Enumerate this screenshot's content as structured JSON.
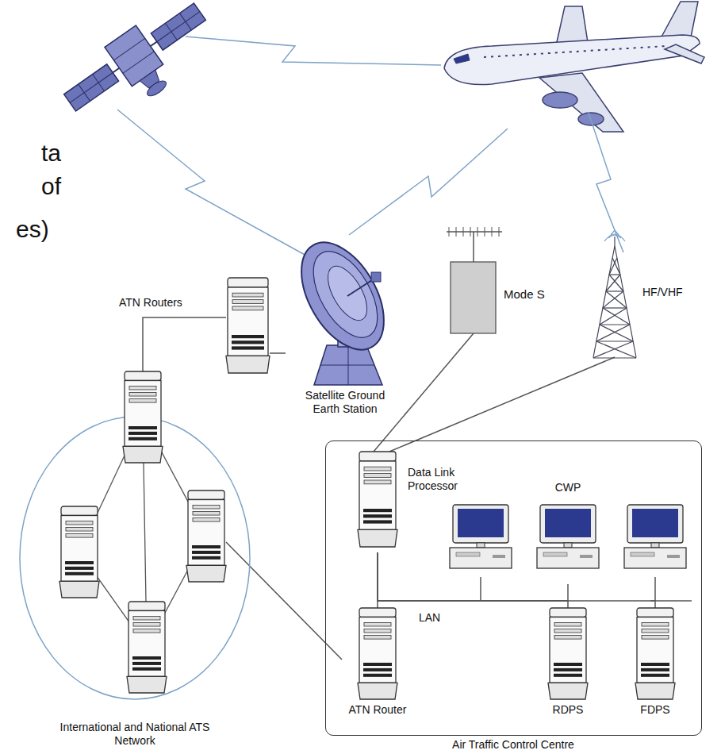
{
  "diagram": {
    "nodes": [
      {
        "text": [
          "International and National ATS Network"
        ]
      },
      {
        "text": [
          "Air Traffic Control Centre"
        ]
      },
      {
        "text": [
          "Data Link Processor"
        ],
        "in": 1
      },
      {
        "text": [
          "CWP"
        ],
        "in": 1
      },
      {
        "text": [
          "ATN Router"
        ],
        "in": 1
      },
      {
        "text": [
          "RDPS"
        ],
        "in": 1
      },
      {
        "text": [
          "FDPS"
        ],
        "in": 1
      },
      {
        "text": [
          "ATN Routers"
        ]
      },
      {
        "text": [
          "Satellite Ground Earth Station"
        ]
      },
      {
        "text": [
          "Mode S"
        ]
      },
      {
        "text": [
          "HF/VHF"
        ]
      }
    ],
    "edges": [
      {
        "from": 7,
        "to": 0,
        "arrow": "none"
      },
      {
        "from": 7,
        "to": 8,
        "arrow": "none"
      },
      {
        "from": 0,
        "to": 4,
        "arrow": "none"
      },
      {
        "from": 9,
        "to": 2,
        "arrow": "none"
      },
      {
        "from": 10,
        "to": 2,
        "arrow": "none"
      },
      {
        "from": 2,
        "to": 4,
        "arrow": "none"
      },
      {
        "from": 2,
        "to": 3,
        "arrow": "none"
      },
      {
        "from": 2,
        "to": 5,
        "arrow": "none"
      },
      {
        "from": 2,
        "to": 6,
        "arrow": "none"
      }
    ],
    "labels": [
      "LAN",
      "ta",
      "of",
      "es)"
    ]
  }
}
